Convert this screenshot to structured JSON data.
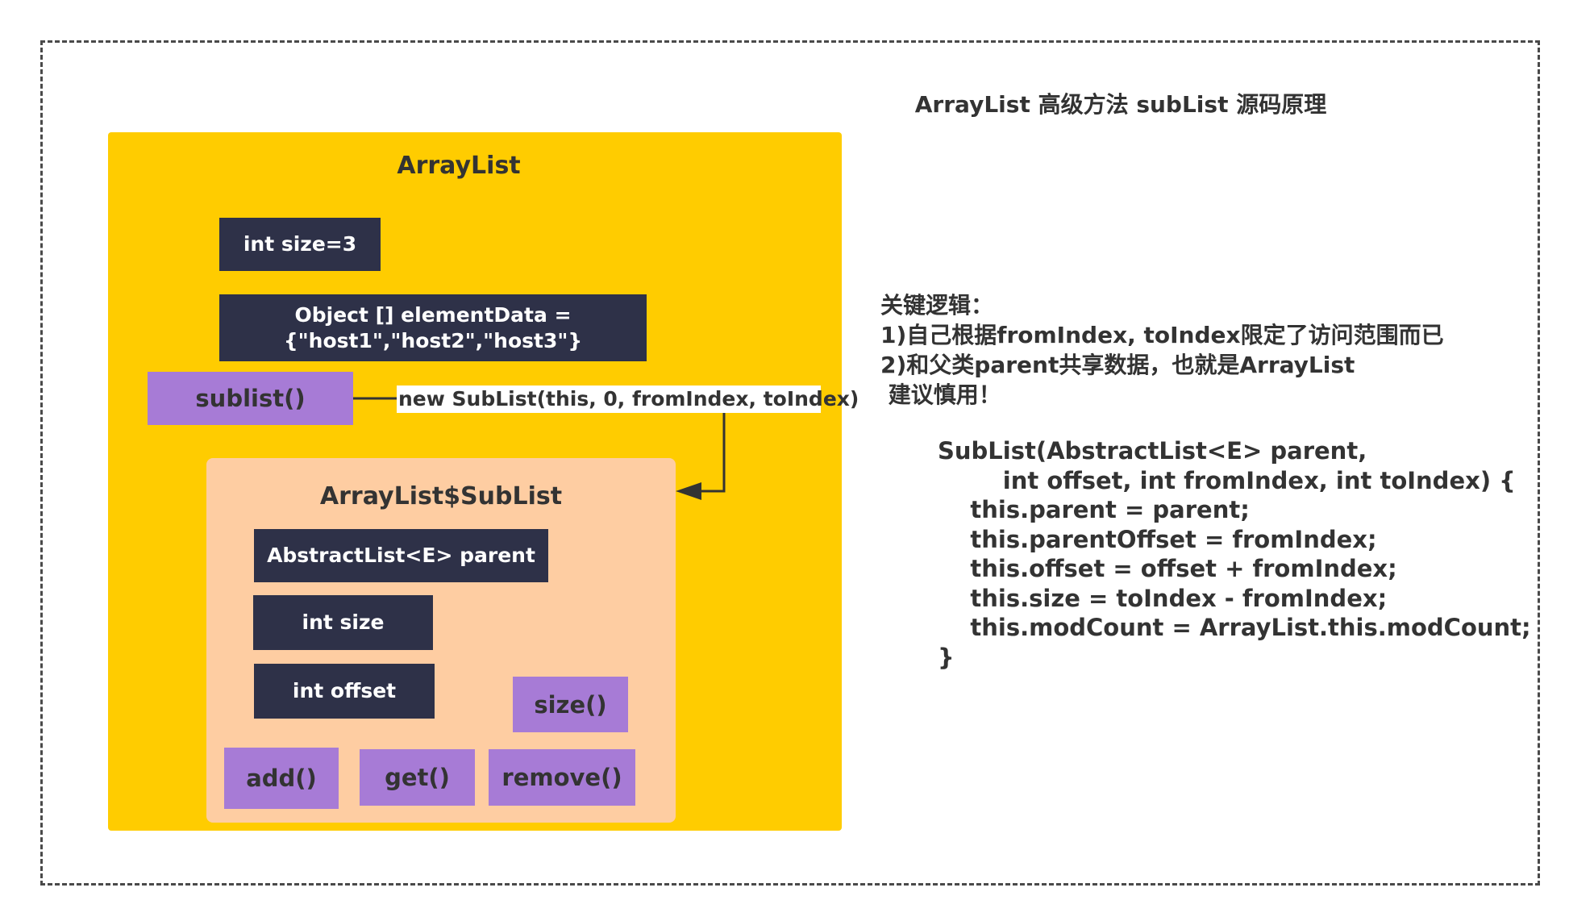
{
  "title": "ArrayList 高级方法 subList 源码原理",
  "arraylist": {
    "title": "ArrayList",
    "size_field": "int size=3",
    "element_data_line1": "Object [] elementData =",
    "element_data_line2": "{\"host1\",\"host2\",\"host3\"}",
    "sublist_method": "sublist()",
    "call_label": "new SubList(this, 0, fromIndex, toIndex)"
  },
  "sublist_class": {
    "title": "ArrayList$SubList",
    "parent_field": "AbstractList<E> parent",
    "size_field": "int size",
    "offset_field": "int offset",
    "methods": {
      "size": "size()",
      "add": "add()",
      "get": "get()",
      "remove": "remove()"
    }
  },
  "notes": {
    "heading": "关键逻辑：",
    "line1": "1)自己根据fromIndex, toIndex限定了访问范围而已",
    "line2": "2)和父类parent共享数据，也就是ArrayList",
    "line3": " 建议慎用！"
  },
  "code": [
    "SubList(AbstractList<E> parent,",
    "        int offset, int fromIndex, int toIndex) {",
    "    this.parent = parent;",
    "    this.parentOffset = fromIndex;",
    "    this.offset = offset + fromIndex;",
    "    this.size = toIndex - fromIndex;",
    "    this.modCount = ArrayList.this.modCount;",
    "}"
  ],
  "colors": {
    "container": "#ffcc00",
    "inner": "#fecda2",
    "field": "#2e3148",
    "method": "#a77bd6",
    "border": "#4a4a4a"
  }
}
